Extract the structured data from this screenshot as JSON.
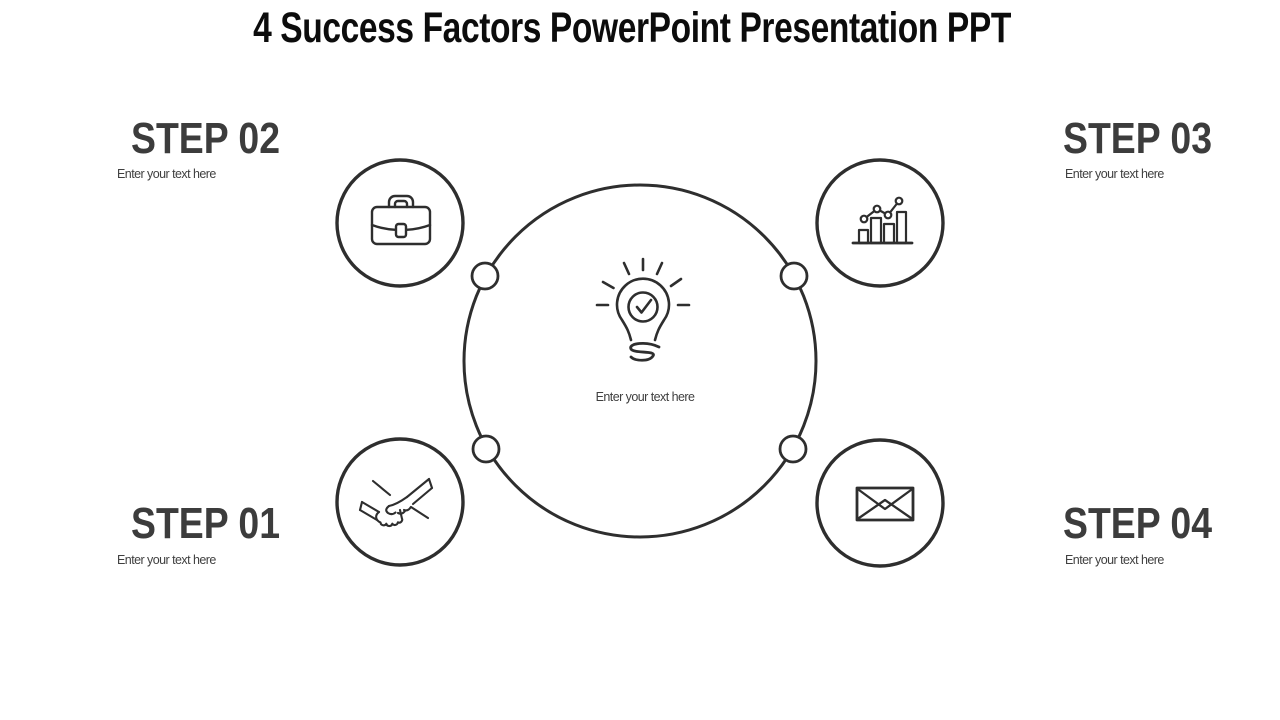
{
  "title": "4 Success Factors PowerPoint Presentation PPT",
  "colors": {
    "background": "#ffffff",
    "stroke": "#2e2e2e",
    "title_text": "#0c0c0c",
    "step_text": "#3c3c3c",
    "placeholder_text": "#3f3f3f"
  },
  "center": {
    "icon": "lightbulb-check-icon",
    "placeholder": "Enter your text here"
  },
  "steps": [
    {
      "number": "01",
      "label": "STEP 01",
      "placeholder": "Enter your text here",
      "position": "bottom-left",
      "icon": "handshake-icon"
    },
    {
      "number": "02",
      "label": "STEP 02",
      "placeholder": "Enter your text here",
      "position": "top-left",
      "icon": "briefcase-icon"
    },
    {
      "number": "03",
      "label": "STEP 03",
      "placeholder": "Enter your text here",
      "position": "top-right",
      "icon": "growth-chart-icon"
    },
    {
      "number": "04",
      "label": "STEP 04",
      "placeholder": "Enter your text here",
      "position": "bottom-right",
      "icon": "envelope-icon"
    }
  ]
}
